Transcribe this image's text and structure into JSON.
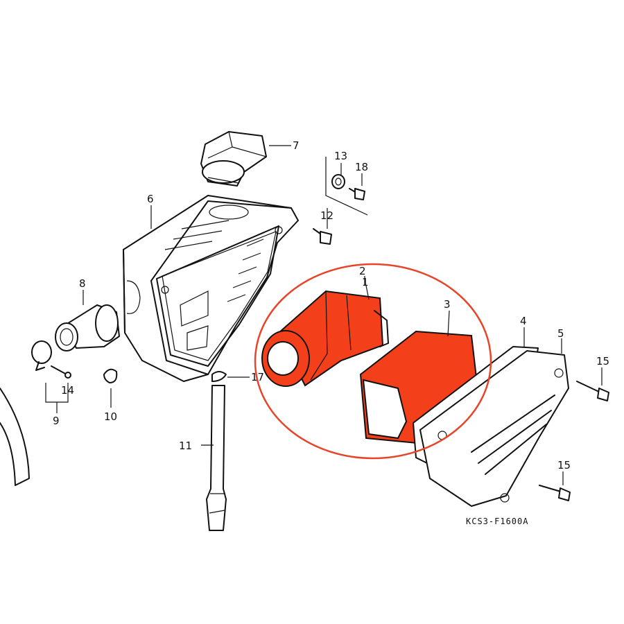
{
  "diagram": {
    "drawing_code": "KCS3-F1600A",
    "highlight_color": "#f4401a",
    "ring_color": "#e8442a",
    "callouts": {
      "p1": "1",
      "p2": "2",
      "p3": "3",
      "p4": "4",
      "p5": "5",
      "p6": "6",
      "p7": "7",
      "p8": "8",
      "p9": "9",
      "p10": "10",
      "p11": "11",
      "p12": "12",
      "p13": "13",
      "p14": "14",
      "p15a": "15",
      "p15b": "15",
      "p17": "17",
      "p18": "18"
    }
  }
}
